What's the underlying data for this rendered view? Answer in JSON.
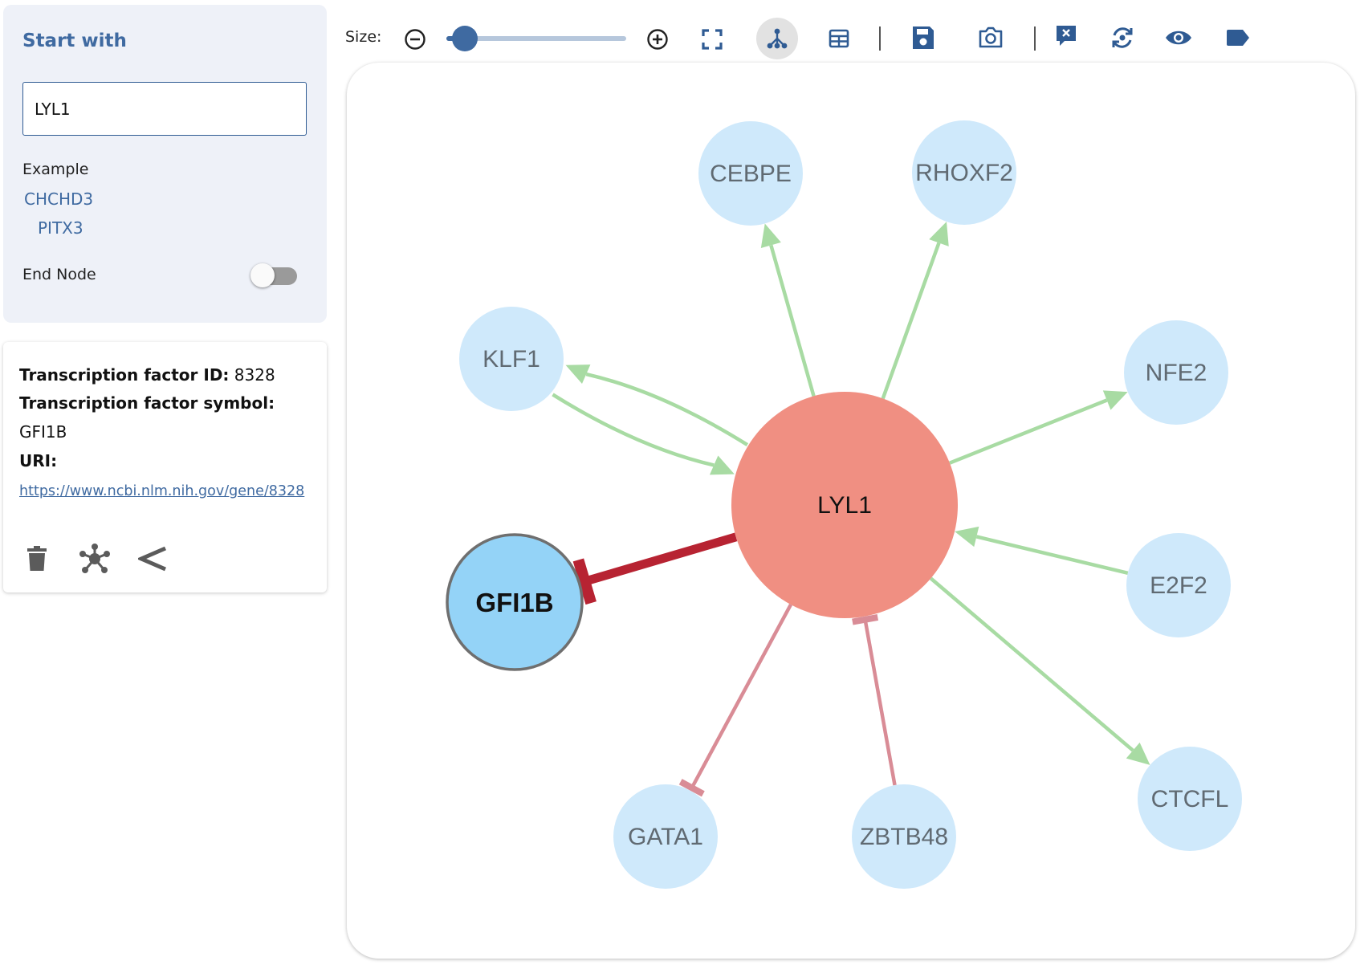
{
  "start_panel": {
    "title": "Start with",
    "input_value": "LYL1",
    "example_label": "Example",
    "examples": [
      "CHCHD3",
      "PITX3"
    ],
    "end_node_label": "End Node",
    "end_node_enabled": false
  },
  "info_panel": {
    "id_label": "Transcription factor ID:",
    "id_value": "8328",
    "symbol_label": "Transcription factor symbol:",
    "symbol_value": "GFI1B",
    "uri_label": "URI:",
    "uri_value": "https://www.ncbi.nlm.nih.gov/gene/8328",
    "actions": [
      "trash-icon",
      "network-icon",
      "less-than-icon"
    ]
  },
  "toolbar": {
    "size_label": "Size:",
    "size_level": 0.05,
    "icons": [
      "zoom-out-icon",
      "zoom-in-icon",
      "fit-screen-icon",
      "hierarchy-layout-icon",
      "table-view-icon",
      "save-icon",
      "camera-icon",
      "remove-node-icon",
      "reset-icon",
      "visibility-icon",
      "label-icon"
    ],
    "active_tool": "hierarchy-layout-icon"
  },
  "graph": {
    "center": "LYL1",
    "selected": "GFI1B",
    "nodes": [
      "LYL1",
      "GFI1B",
      "CEBPE",
      "RHOXF2",
      "KLF1",
      "NFE2",
      "E2F2",
      "CTCFL",
      "GATA1",
      "ZBTB48"
    ],
    "edges": [
      {
        "source": "LYL1",
        "target": "CEBPE",
        "type": "activation"
      },
      {
        "source": "LYL1",
        "target": "RHOXF2",
        "type": "activation"
      },
      {
        "source": "LYL1",
        "target": "NFE2",
        "type": "activation"
      },
      {
        "source": "LYL1",
        "target": "CTCFL",
        "type": "activation"
      },
      {
        "source": "LYL1",
        "target": "KLF1",
        "type": "activation"
      },
      {
        "source": "KLF1",
        "target": "LYL1",
        "type": "activation"
      },
      {
        "source": "E2F2",
        "target": "LYL1",
        "type": "activation"
      },
      {
        "source": "LYL1",
        "target": "GFI1B",
        "type": "repression"
      },
      {
        "source": "LYL1",
        "target": "GATA1",
        "type": "repression"
      },
      {
        "source": "ZBTB48",
        "target": "LYL1",
        "type": "repression"
      }
    ],
    "colors": {
      "center_node": "#f08f82",
      "selected_node": "#94d3f7",
      "node": "#cfe9fb",
      "activation_edge": "#a8dba3",
      "repression_edge": "#d98c96",
      "selected_repression_edge": "#b72332"
    }
  }
}
